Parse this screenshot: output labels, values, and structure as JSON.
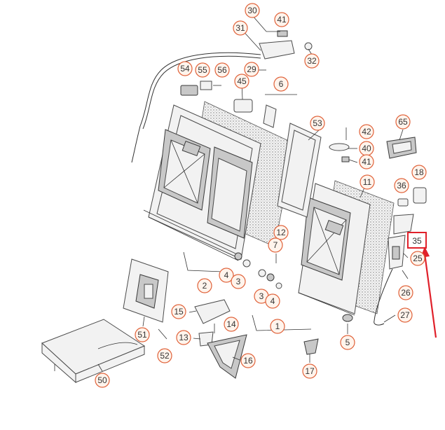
{
  "diagram": {
    "highlight": {
      "label": "35",
      "color": "#e0202a"
    },
    "accent": "#e0623a",
    "callouts": [
      {
        "label": "30"
      },
      {
        "label": "41"
      },
      {
        "label": "31"
      },
      {
        "label": "32"
      },
      {
        "label": "54"
      },
      {
        "label": "55"
      },
      {
        "label": "56"
      },
      {
        "label": "29"
      },
      {
        "label": "45"
      },
      {
        "label": "6"
      },
      {
        "label": "53"
      },
      {
        "label": "42"
      },
      {
        "label": "65"
      },
      {
        "label": "40"
      },
      {
        "label": "41"
      },
      {
        "label": "18"
      },
      {
        "label": "11"
      },
      {
        "label": "36"
      },
      {
        "label": "12"
      },
      {
        "label": "7"
      },
      {
        "label": "25"
      },
      {
        "label": "2"
      },
      {
        "label": "4"
      },
      {
        "label": "3"
      },
      {
        "label": "3"
      },
      {
        "label": "4"
      },
      {
        "label": "26"
      },
      {
        "label": "15"
      },
      {
        "label": "14"
      },
      {
        "label": "27"
      },
      {
        "label": "1"
      },
      {
        "label": "51"
      },
      {
        "label": "13"
      },
      {
        "label": "5"
      },
      {
        "label": "16"
      },
      {
        "label": "52"
      },
      {
        "label": "17"
      },
      {
        "label": "50"
      }
    ]
  }
}
